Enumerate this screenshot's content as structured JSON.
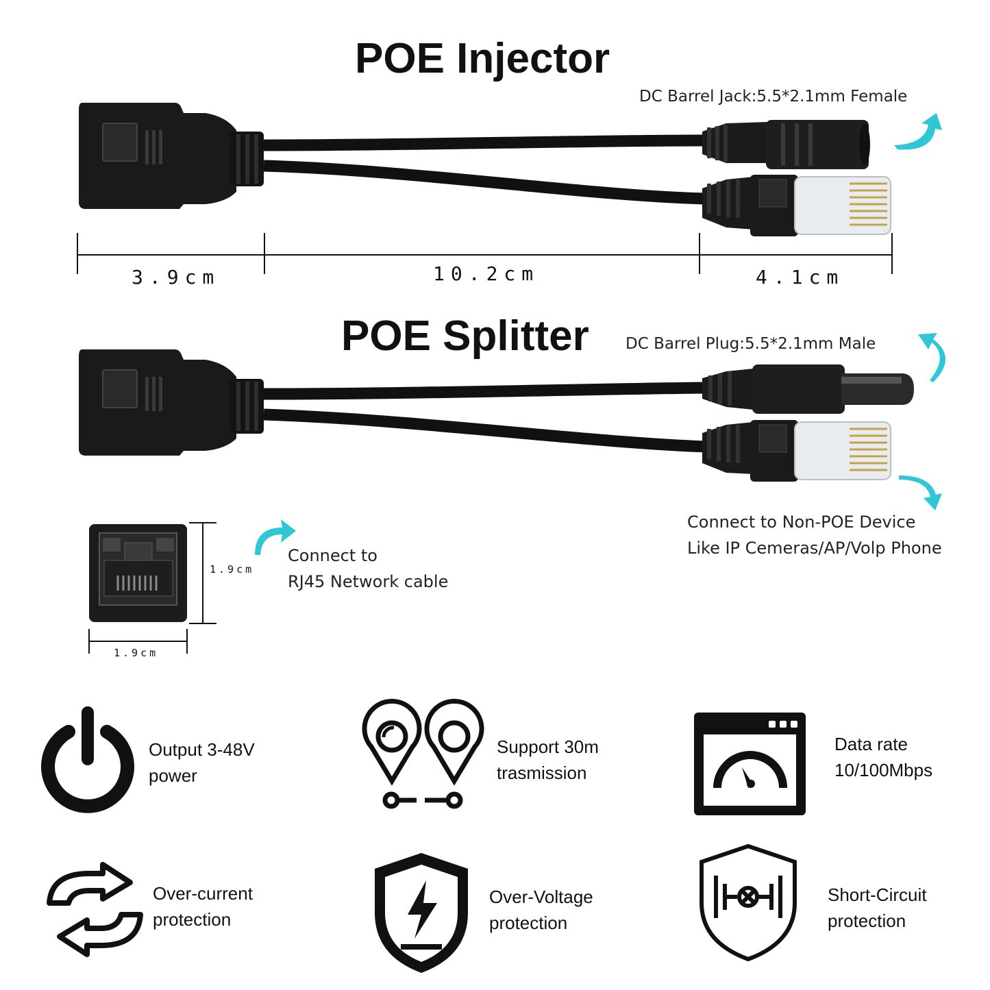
{
  "injector": {
    "title": "POE Injector",
    "dc_label": "DC Barrel Jack:5.5*2.1mm Female"
  },
  "dimensions": {
    "segment_1": "3.9cm",
    "segment_2": "10.2cm",
    "segment_3": "4.1cm"
  },
  "splitter": {
    "title": "POE Splitter",
    "dc_label": "DC Barrel Plug:5.5*2.1mm Male",
    "rj45_note_line1": "Connect to Non-POE  Device",
    "rj45_note_line2": "Like IP Cemeras/AP/Volp Phone"
  },
  "jack_detail": {
    "height": "1.9cm",
    "width": "1.9cm",
    "note_line1": "Connect to",
    "note_line2": "RJ45 Network cable"
  },
  "features": [
    {
      "icon": "power-icon",
      "line1": "Output 3-48V",
      "line2": "power"
    },
    {
      "icon": "location-distance-icon",
      "line1": "Support 30m",
      "line2": "trasmission"
    },
    {
      "icon": "speedometer-window-icon",
      "line1": "Data rate",
      "line2": "10/100Mbps"
    },
    {
      "icon": "refresh-arrows-icon",
      "line1": "Over-current",
      "line2": "protection"
    },
    {
      "icon": "shield-lightning-icon",
      "line1": "Over-Voltage",
      "line2": "protection"
    },
    {
      "icon": "shield-circuit-icon",
      "line1": "Short-Circuit",
      "line2": "protection"
    }
  ],
  "colors": {
    "arrow": "#2fc6d6",
    "cable": "#111111",
    "text": "#111111"
  }
}
